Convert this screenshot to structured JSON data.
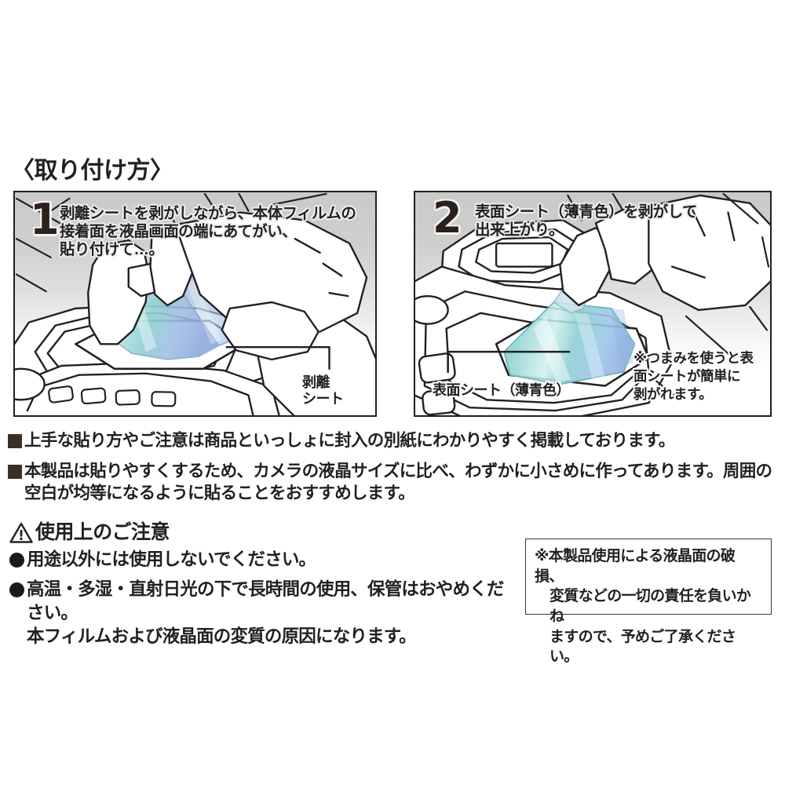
{
  "document": {
    "language": "ja",
    "kind": "product-instruction-sheet",
    "title": "〈取り付け方〉"
  },
  "colors": {
    "ink": "#231f20",
    "panel_border": "#231f20",
    "film_teal": "#7ecfcc",
    "film_blue": "#a9c4e8",
    "panel_bg_top": "#c9c9c9",
    "panel_bg_bottom": "#ffffff",
    "bullet_square": "#3c2f26",
    "bullet_circle": "#1a1a1a"
  },
  "steps": [
    {
      "number": "1",
      "text": "剥離シートを剥がしながら、本体フィルムの\n接着面を液晶画面の端にあてがい、\n貼り付けて…。",
      "callouts": [
        {
          "id": "release-sheet",
          "text": "剥離\nシート"
        }
      ]
    },
    {
      "number": "2",
      "text": "表面シート（薄青色）を剥がして\n出来上がり。",
      "callouts": [
        {
          "id": "surface-sheet",
          "text": "表面シート（薄青色）"
        },
        {
          "id": "tab-note",
          "text": "※つまみを使うと表\n面シートが簡単に\n剥がれます。"
        }
      ]
    }
  ],
  "notes": [
    {
      "bullet": "■",
      "text": "上手な貼り方やご注意は商品といっしょに封入の別紙にわかりやすく掲載しております。"
    },
    {
      "bullet": "■",
      "text": "本製品は貼りやすくするため、カメラの液晶サイズに比べ、わずかに小さめに作ってあります。周囲の\n空白が均等になるように貼ることをおすすめします。"
    }
  ],
  "caution": {
    "icon": "warning-triangle-icon",
    "title": "使用上のご注意",
    "items": [
      {
        "bullet": "●",
        "text": "用途以外には使用しないでください。"
      },
      {
        "bullet": "●",
        "text": "高温・多湿・直射日光の下で長時間の使用、保管はおやめください。\n本フィルムおよび液晶面の変質の原因になります。"
      }
    ]
  },
  "disclaimer": {
    "marker": "※",
    "line1": "※本製品使用による液晶面の破損、",
    "line2": "変質などの一切の責任を負いかね",
    "line3": "ますので、予めご了承ください。"
  }
}
